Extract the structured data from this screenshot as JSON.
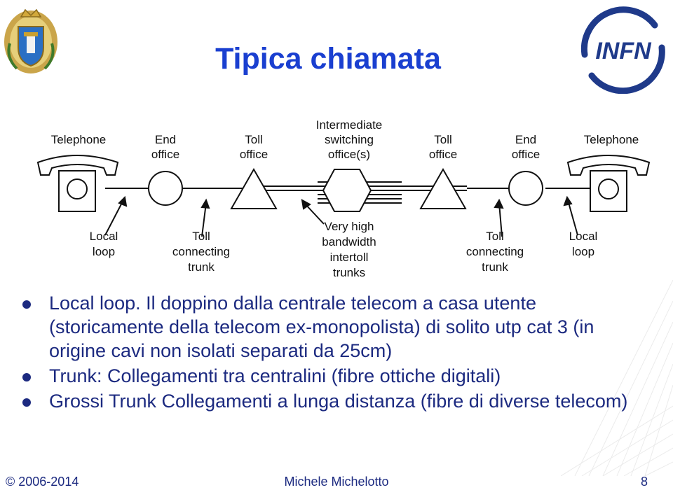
{
  "slide": {
    "title": "Tipica chiamata",
    "logo_text": "INFN",
    "diagram": {
      "top_labels": [
        [
          "Telephone"
        ],
        [
          "End",
          "office"
        ],
        [
          "Toll",
          "office"
        ],
        [
          "Intermediate",
          "switching",
          "office(s)"
        ],
        [
          "Toll",
          "office"
        ],
        [
          "End",
          "office"
        ],
        [
          "Telephone"
        ]
      ],
      "bottom_labels": [
        [
          "Local",
          "loop"
        ],
        [
          "Toll",
          "connecting",
          "trunk"
        ],
        [
          "Very high",
          "bandwidth",
          "intertoll",
          "trunks"
        ],
        [
          "Toll",
          "connecting",
          "trunk"
        ],
        [
          "Local",
          "loop"
        ]
      ]
    },
    "bullets": [
      "Local loop. Il doppino dalla centrale telecom a casa utente (storicamente della telecom ex-monopolista) di solito utp cat 3 (in origine cavi non isolati separati da 25cm)",
      "Trunk: Collegamenti tra centralini (fibre ottiche digitali)",
      "Grossi Trunk Collegamenti a lunga distanza (fibre di diverse telecom)"
    ],
    "footer": {
      "left": "© 2006-2014",
      "center": "Michele Michelotto",
      "right": "8"
    }
  },
  "colors": {
    "title": "#1a3fd0",
    "text": "#1c2a80",
    "logo": "#1f3a8a"
  }
}
